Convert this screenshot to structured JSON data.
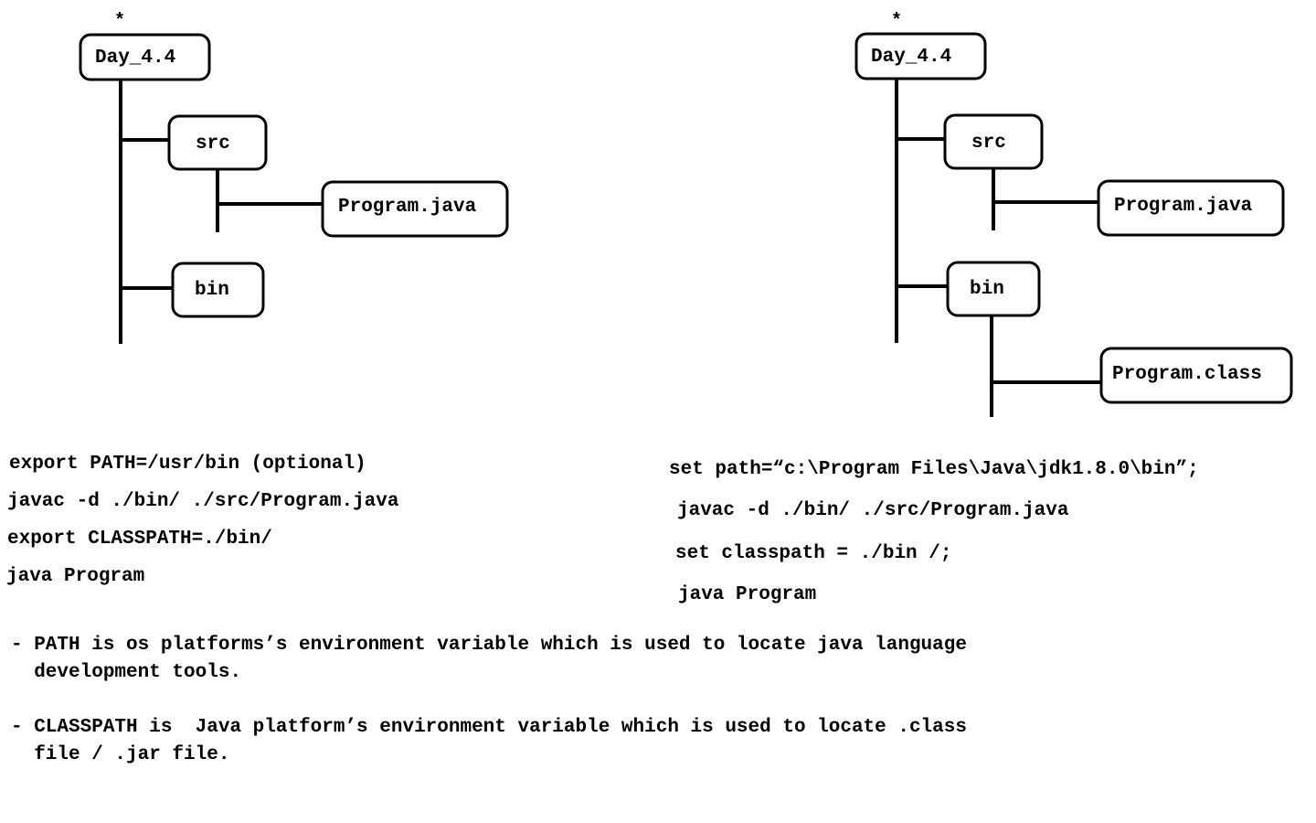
{
  "trees": {
    "left": {
      "marker": "*",
      "root": "Day_4.4",
      "src": "src",
      "src_file": "Program.java",
      "bin": "bin"
    },
    "right": {
      "marker": "*",
      "root": "Day_4.4",
      "src": "src",
      "src_file": "Program.java",
      "bin": "bin",
      "bin_file": "Program.class"
    }
  },
  "commands": {
    "linux": [
      "export PATH=/usr/bin (optional)",
      "javac -d ./bin/ ./src/Program.java",
      "export CLASSPATH=./bin/",
      "java Program"
    ],
    "windows": [
      "set path=“c:\\Program Files\\Java\\jdk1.8.0\\bin”;",
      "javac -d ./bin/ ./src/Program.java",
      "set classpath = ./bin /;",
      "java Program"
    ]
  },
  "notes": [
    "- PATH is os platforms’s environment variable which is used to locate java language\n  development tools.",
    "- CLASSPATH is  Java platform’s environment variable which is used to locate .class\n  file / .jar file."
  ]
}
